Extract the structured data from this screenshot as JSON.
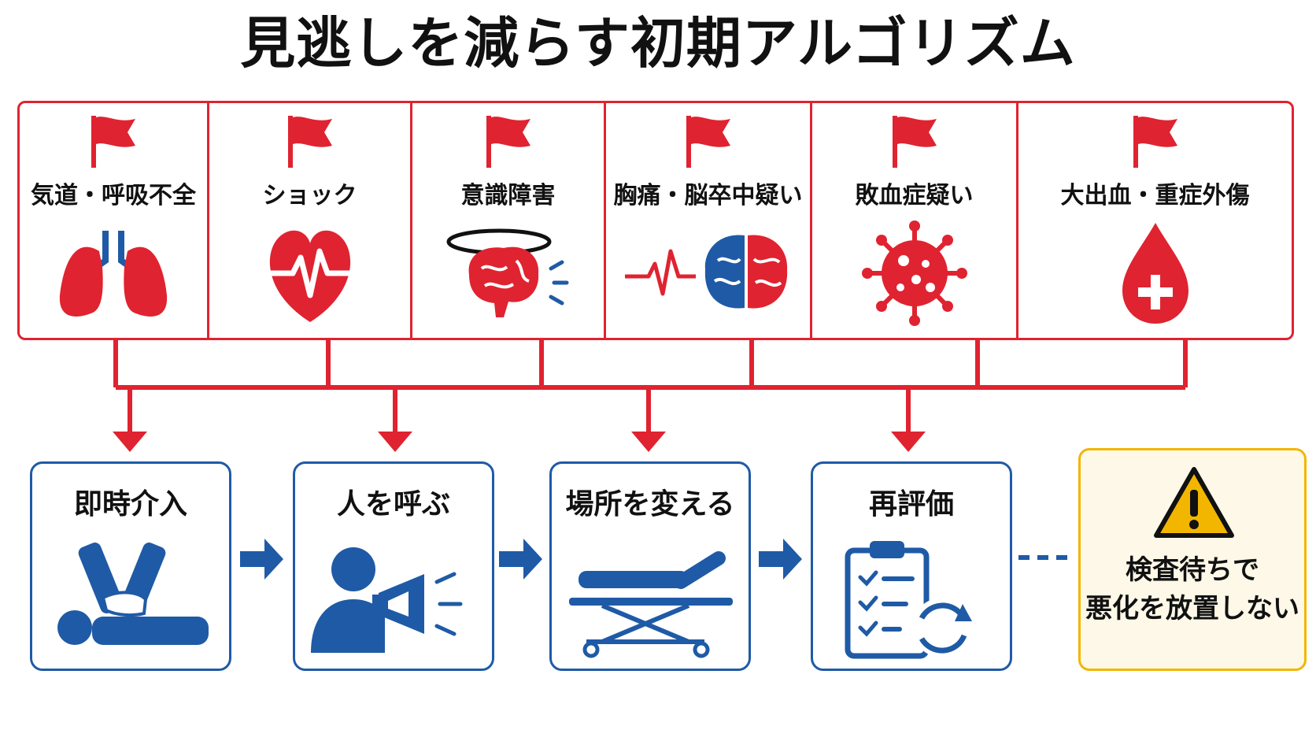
{
  "title": "見逃しを減らす初期アルゴリズム",
  "colors": {
    "red": "#e02330",
    "blue": "#1f5aa6",
    "yellow": "#f2b600",
    "cream": "#fdf8e8"
  },
  "red_flags": [
    {
      "label": "気道・呼吸不全",
      "icon": "lungs-icon"
    },
    {
      "label": "ショック",
      "icon": "heart-pulse-icon"
    },
    {
      "label": "意識障害",
      "icon": "dizzy-brain-icon"
    },
    {
      "label": "胸痛・脳卒中疑い",
      "icon": "ecg-brain-icon"
    },
    {
      "label": "敗血症疑い",
      "icon": "germ-icon"
    },
    {
      "label": "大出血・重症外傷",
      "icon": "blood-drop-icon"
    }
  ],
  "steps": [
    {
      "label": "即時介入",
      "icon": "cpr-icon"
    },
    {
      "label": "人を呼ぶ",
      "icon": "megaphone-person-icon"
    },
    {
      "label": "場所を変える",
      "icon": "stretcher-icon"
    },
    {
      "label": "再評価",
      "icon": "clipboard-reassess-icon"
    }
  ],
  "warning": {
    "lines": [
      "検査待ちで",
      "悪化を放置しない"
    ],
    "icon": "warning-triangle-icon"
  }
}
